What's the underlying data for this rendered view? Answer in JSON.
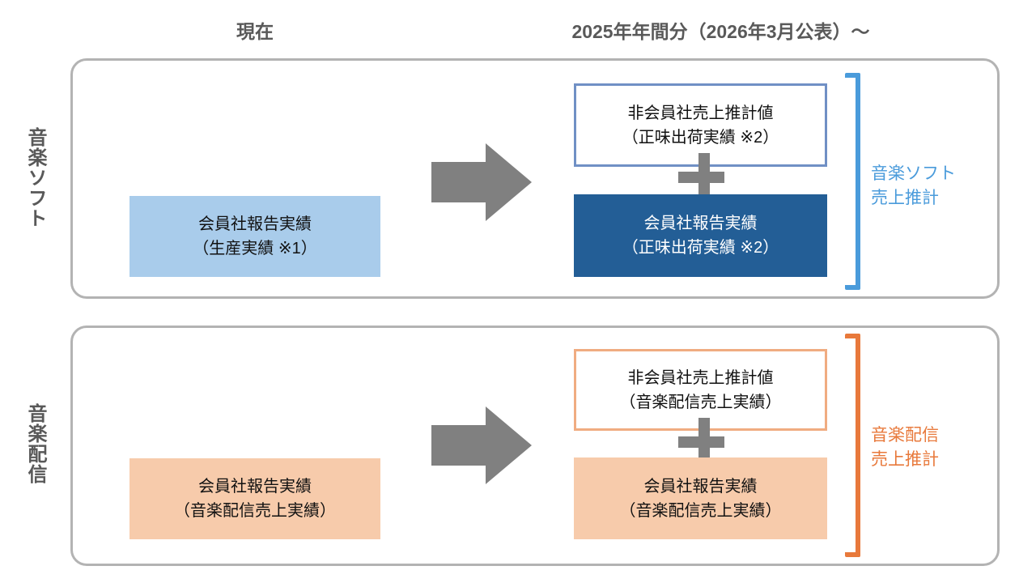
{
  "header": {
    "current": "現在",
    "future": "2025年年間分（2026年3月公表）～"
  },
  "sections": [
    {
      "id": "music-soft",
      "side_label": "音楽ソフト",
      "left_box": {
        "line1": "会員社報告実績",
        "line2": "（生産実績 ※1）"
      },
      "estimate_box": {
        "line1": "非会員社売上推計値",
        "line2": "（正味出荷実績 ※2）"
      },
      "member_box": {
        "line1": "会員社報告実績",
        "line2": "（正味出荷実績 ※2）"
      },
      "bracket_label": {
        "line1": "音楽ソフト",
        "line2": "売上推計"
      }
    },
    {
      "id": "music-distribution",
      "side_label": "音楽配信",
      "left_box": {
        "line1": "会員社報告実績",
        "line2": "（音楽配信売上実績）"
      },
      "estimate_box": {
        "line1": "非会員社売上推計値",
        "line2": "（音楽配信売上実績）"
      },
      "member_box": {
        "line1": "会員社報告実績",
        "line2": "（音楽配信売上実績）"
      },
      "bracket_label": {
        "line1": "音楽配信",
        "line2": "売上推計"
      }
    }
  ],
  "colors": {
    "music_soft_accent": "#4a9bdb",
    "music_soft_fill_light": "#a9cceb",
    "music_soft_fill_dark": "#235e96",
    "music_soft_outline": "#7090c5",
    "music_distribution_accent": "#e8793b",
    "music_distribution_fill": "#f7cbab",
    "music_distribution_outline": "#f0ac81",
    "arrow_gray": "#808080",
    "panel_border_gray": "#b3b3b3",
    "heading_text_gray": "#595959"
  }
}
